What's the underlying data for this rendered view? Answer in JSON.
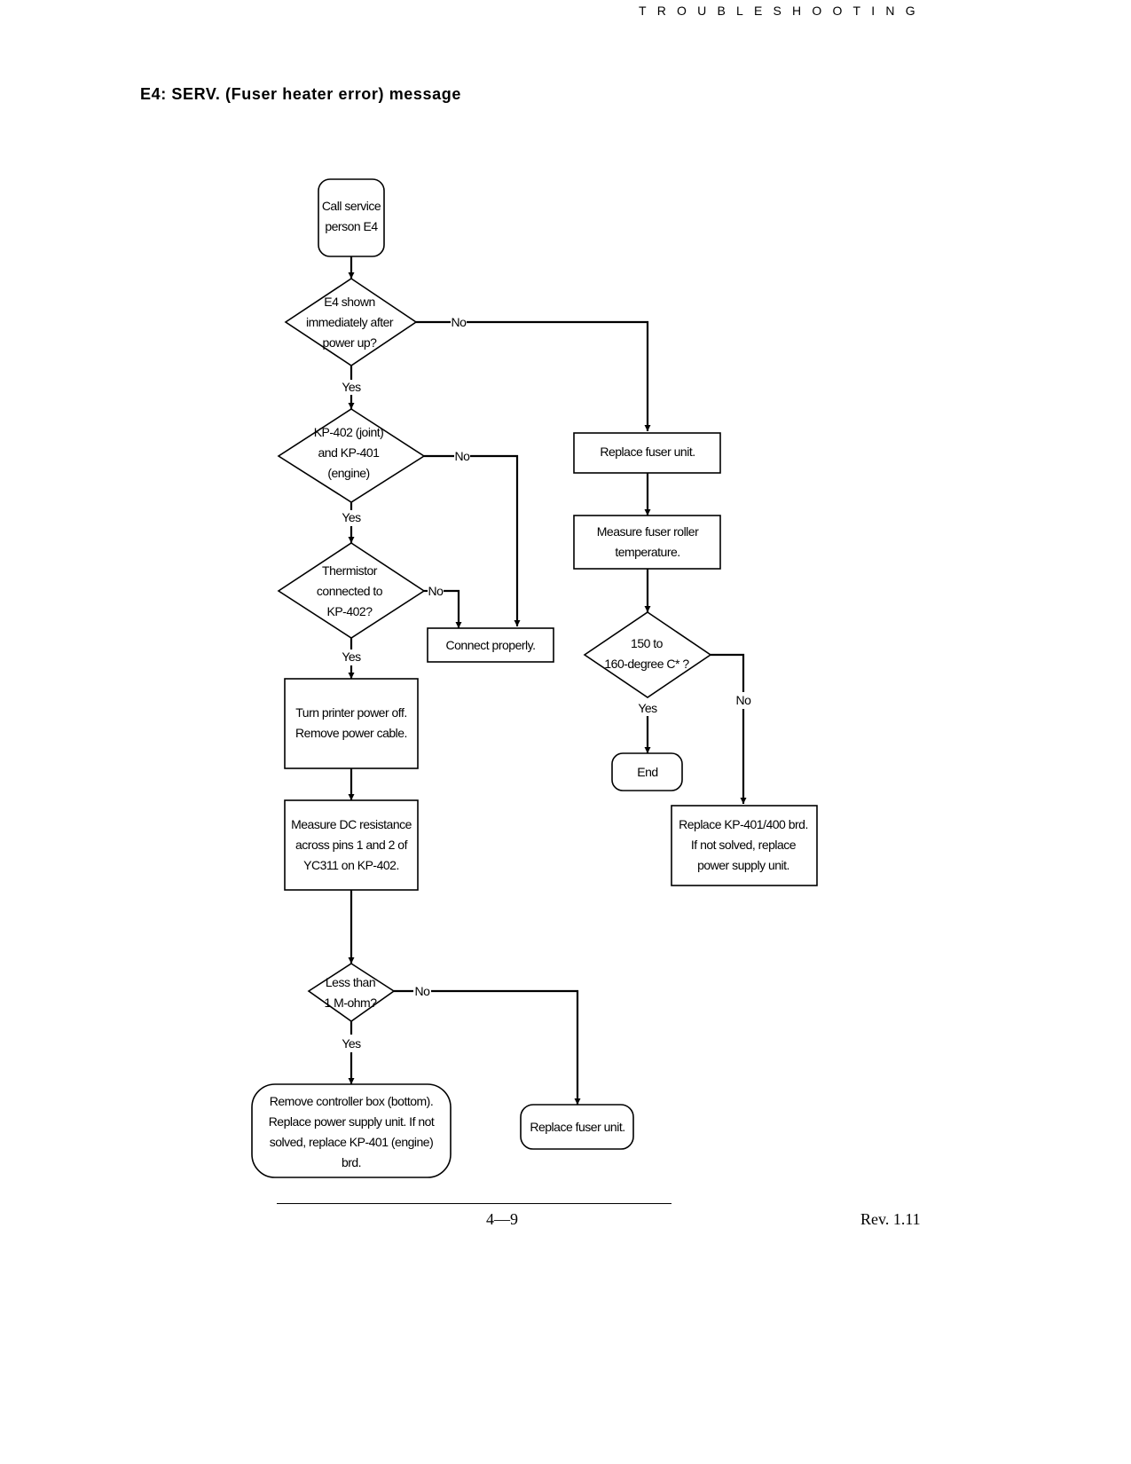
{
  "header": {
    "section": "TROUBLESHOOTING"
  },
  "page_title": "E4: SERV. (Fuser heater error) message",
  "labels": {
    "yes": "Yes",
    "no": "No"
  },
  "nodes": {
    "start": {
      "lines": [
        "Call service",
        "person E4"
      ]
    },
    "q_e4_powerup": {
      "lines": [
        "E4 shown",
        "immediately after",
        "power up?"
      ]
    },
    "q_kp402_kp401": {
      "lines": [
        "KP-402 (joint)",
        "and KP-401",
        "(engine)"
      ]
    },
    "q_thermistor": {
      "lines": [
        "Thermistor",
        "connected to",
        "KP-402?"
      ]
    },
    "connect_properly": {
      "lines": [
        "Connect properly."
      ]
    },
    "turn_power_off": {
      "lines": [
        "Turn printer power off.",
        "Remove power cable."
      ]
    },
    "measure_dc": {
      "lines": [
        "Measure DC resistance",
        "across pins 1 and 2 of",
        "YC311 on KP-402."
      ]
    },
    "q_less_1mohm": {
      "lines": [
        "Less than",
        "1 M-ohm?"
      ]
    },
    "remove_controller": {
      "lines": [
        "Remove controller box (bottom).",
        "Replace power supply unit. If not",
        "solved, replace KP-401 (engine)",
        "brd."
      ]
    },
    "replace_fuser_bottom": {
      "lines": [
        "Replace fuser unit."
      ]
    },
    "replace_fuser_top": {
      "lines": [
        "Replace fuser unit."
      ]
    },
    "measure_roller": {
      "lines": [
        "Measure fuser roller",
        "temperature."
      ]
    },
    "q_temp": {
      "lines": [
        "150 to",
        "160-degree C* ?"
      ]
    },
    "end": {
      "lines": [
        "End"
      ]
    },
    "replace_kp401": {
      "lines": [
        "Replace KP-401/400 brd.",
        "If not solved, replace",
        "power supply unit."
      ]
    }
  },
  "footer": {
    "page_number": "4—9",
    "revision": "Rev. 1.11"
  }
}
